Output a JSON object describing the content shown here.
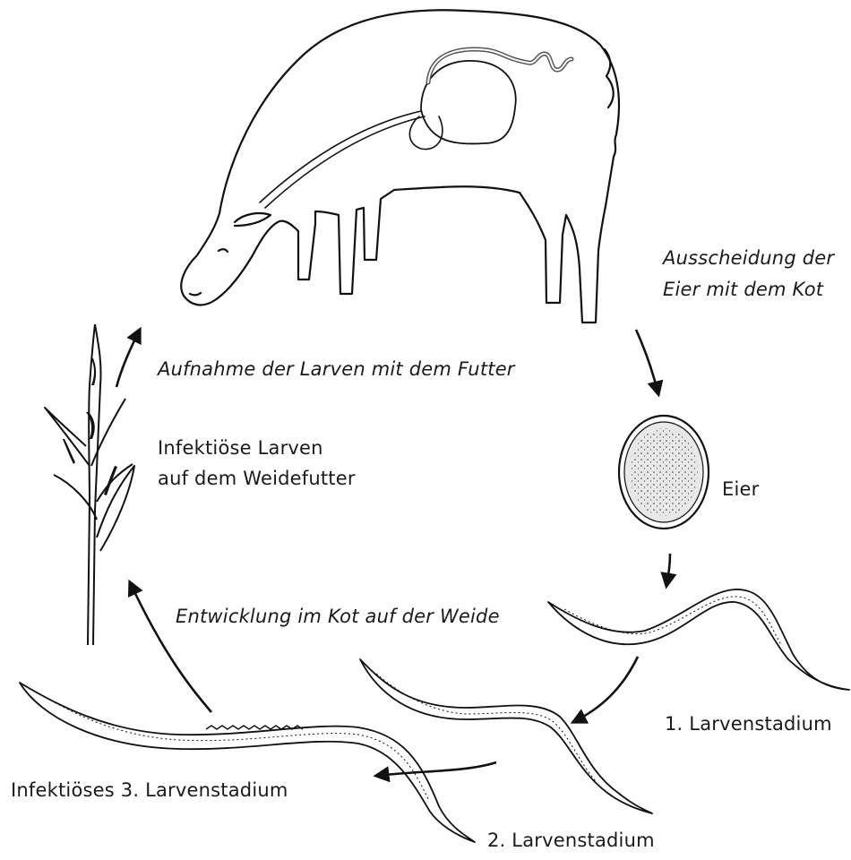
{
  "labels": {
    "ausscheidung_line1": "Ausscheidung der",
    "ausscheidung_line2": "Eier mit dem Kot",
    "aufnahme": "Aufnahme der Larven mit dem Futter",
    "infektioese_larven_line1": "Infektiöse Larven",
    "infektioese_larven_line2": "auf dem Weidefutter",
    "eier": "Eier",
    "entwicklung": "Entwicklung im Kot auf der Weide",
    "larvenstadium_1": "1. Larvenstadium",
    "larvenstadium_2": "2. Larvenstadium",
    "larvenstadium_3": "Infektiöses 3. Larvenstadium"
  }
}
